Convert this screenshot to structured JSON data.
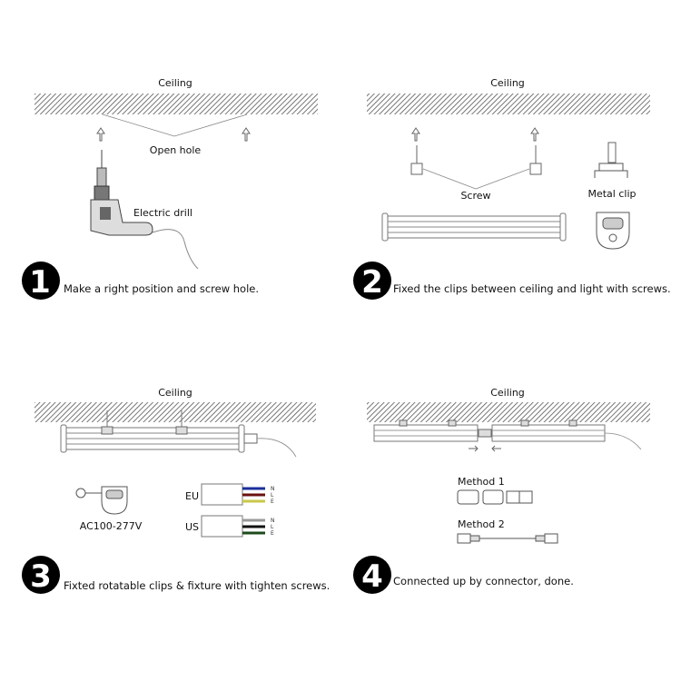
{
  "panels": [
    {
      "number": "1",
      "ceiling": "Ceiling",
      "labels": {
        "hole": "Open hole",
        "drill": "Electric drill"
      },
      "caption": "Make a right position and screw hole."
    },
    {
      "number": "2",
      "ceiling": "Ceiling",
      "labels": {
        "screw": "Screw",
        "clip": "Metal clip"
      },
      "caption": "Fixed the clips between ceiling and light with screws."
    },
    {
      "number": "3",
      "ceiling": "Ceiling",
      "labels": {
        "voltage": "AC100-277V",
        "eu": "EU",
        "us": "US",
        "wire_n": "N",
        "wire_l": "L",
        "wire_e": "E"
      },
      "caption": "Fixted rotatable clips & fixture with tighten screws."
    },
    {
      "number": "4",
      "ceiling": "Ceiling",
      "labels": {
        "method1": "Method 1",
        "method2": "Method 2"
      },
      "caption": "Connected up by connector, done."
    }
  ],
  "wire_colors": {
    "eu": [
      "#1a2f9a",
      "#6b1010",
      "#c8c84a"
    ],
    "us": [
      "#999999",
      "#111111",
      "#1d4a1d"
    ]
  }
}
